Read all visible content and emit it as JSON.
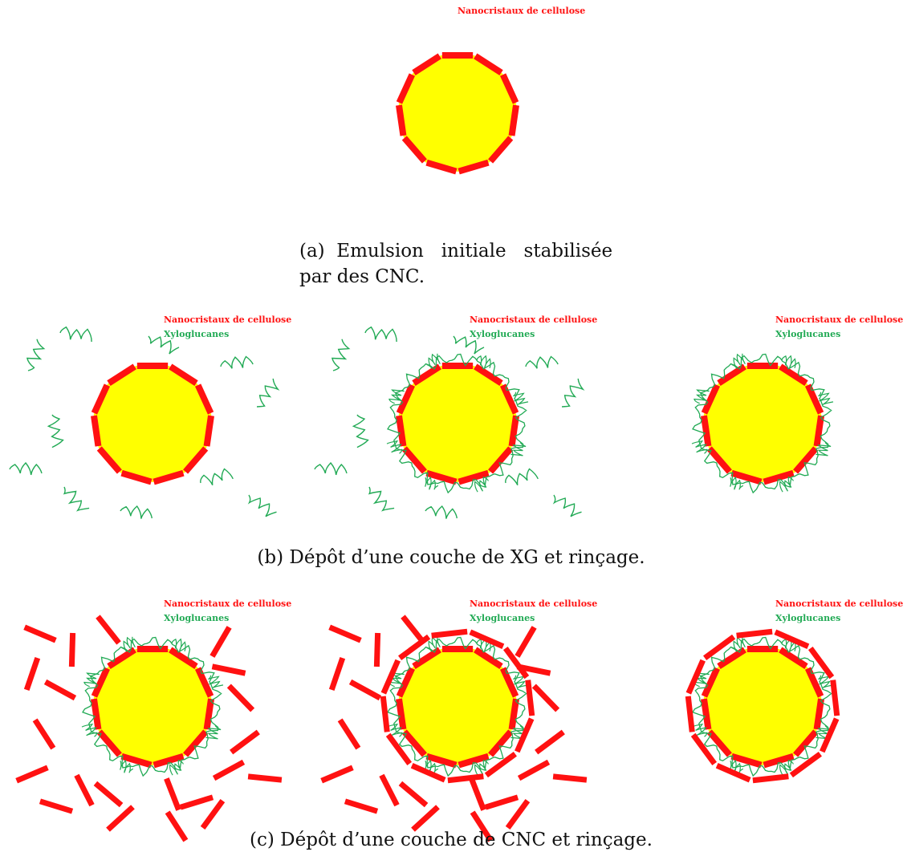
{
  "colors": {
    "droplet_fill": "#ffff00",
    "cnc": "#ff1111",
    "xyloglucan": "#22aa55",
    "caption": "#111111"
  },
  "legend": {
    "cnc": "Nanocristaux de cellulose",
    "xg": "Xyloglucanes"
  },
  "captions": {
    "a_line1": "(a)  Emulsion   initiale   stabilisée",
    "a_line2": "par des CNC.",
    "b": "(b) Dépôt d’une couche de XG et rinçage.",
    "c": "(c) Dépôt d’une couche de CNC et rinçage."
  },
  "panels": [
    {
      "id": "a",
      "stage": "initial-emulsion",
      "has_xg_legend": false,
      "adsorbed_xg_layers": 0,
      "free_xg": false,
      "adsorbed_outer_cnc": false,
      "free_cnc": false
    },
    {
      "id": "b1",
      "stage": "xg-added",
      "has_xg_legend": true,
      "adsorbed_xg_layers": 0,
      "free_xg": true,
      "adsorbed_outer_cnc": false,
      "free_cnc": false
    },
    {
      "id": "b2",
      "stage": "xg-adsorbed",
      "has_xg_legend": true,
      "adsorbed_xg_layers": 1,
      "free_xg": true,
      "adsorbed_outer_cnc": false,
      "free_cnc": false
    },
    {
      "id": "b3",
      "stage": "xg-rinsed",
      "has_xg_legend": true,
      "adsorbed_xg_layers": 1,
      "free_xg": false,
      "adsorbed_outer_cnc": false,
      "free_cnc": false
    },
    {
      "id": "c1",
      "stage": "cnc-added",
      "has_xg_legend": true,
      "adsorbed_xg_layers": 1,
      "free_xg": false,
      "adsorbed_outer_cnc": false,
      "free_cnc": true
    },
    {
      "id": "c2",
      "stage": "cnc-adsorbed",
      "has_xg_legend": true,
      "adsorbed_xg_layers": 1,
      "free_xg": false,
      "adsorbed_outer_cnc": true,
      "free_cnc": true
    },
    {
      "id": "c3",
      "stage": "cnc-rinsed",
      "has_xg_legend": true,
      "adsorbed_xg_layers": 1,
      "free_xg": false,
      "adsorbed_outer_cnc": true,
      "free_cnc": false
    }
  ]
}
